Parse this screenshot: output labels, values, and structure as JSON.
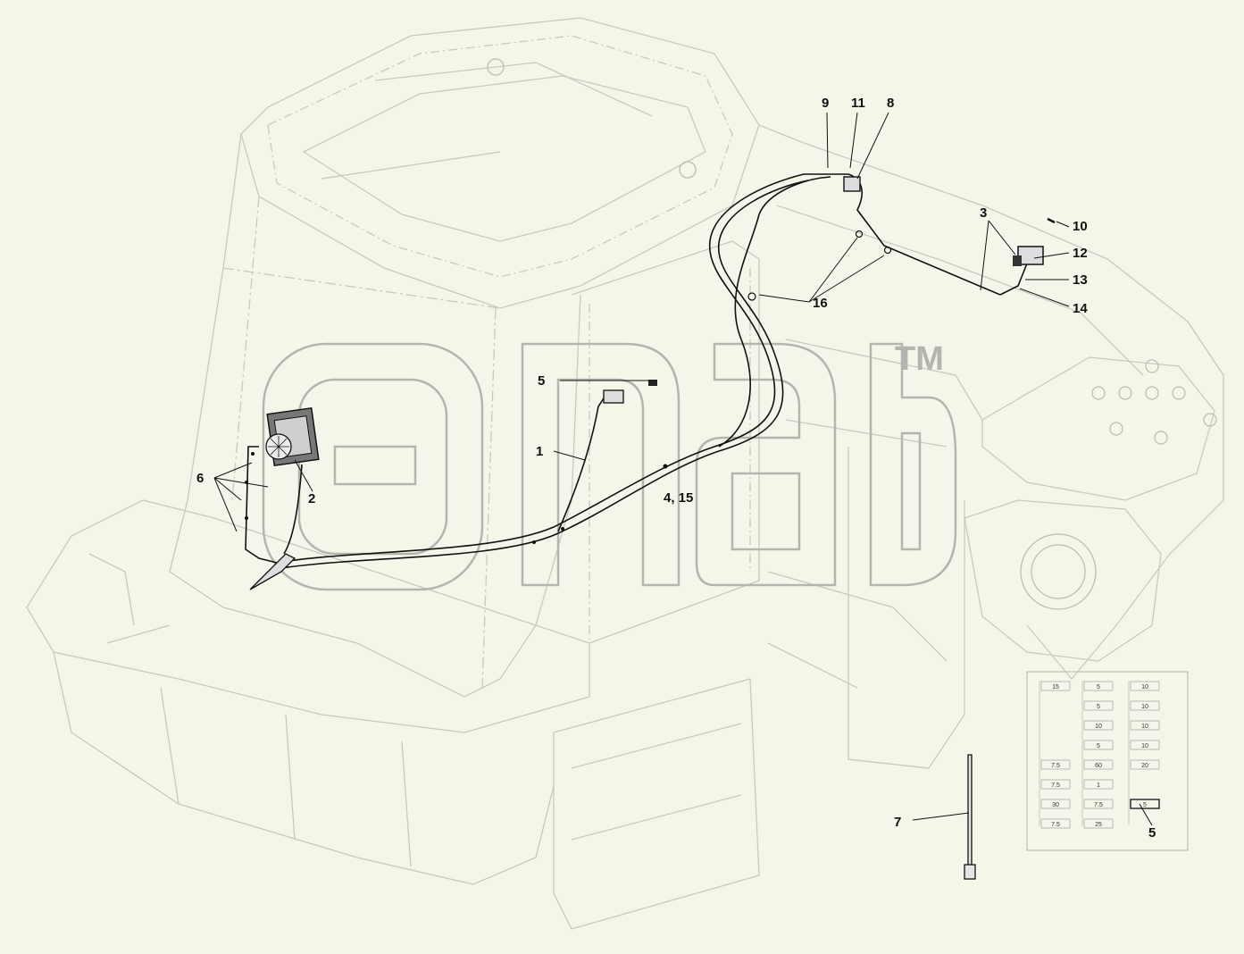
{
  "watermark": {
    "text": "TM"
  },
  "callouts": {
    "c1": "1",
    "c2": "2",
    "c3": "3",
    "c4_15": "4, 15",
    "c5a": "5",
    "c5b": "5",
    "c6": "6",
    "c7": "7",
    "c8": "8",
    "c9": "9",
    "c10": "10",
    "c11": "11",
    "c12": "12",
    "c13": "13",
    "c14": "14",
    "c16": "16"
  },
  "fuse_table": {
    "col1": [
      "15",
      "",
      "",
      "",
      "7.5",
      "7.5",
      "30",
      "7.5",
      ""
    ],
    "col2": [
      "5",
      "5",
      "10",
      "5",
      "60",
      "1",
      "7.5",
      "25",
      ""
    ],
    "col3": [
      "10",
      "10",
      "10",
      "10",
      "20",
      "",
      "",
      "",
      ""
    ],
    "highlight": "5"
  },
  "colors": {
    "background": "#f5f6ea",
    "frame_lines": "#c9c9c0",
    "harness": "#111111",
    "watermark": "#b5b5b0"
  }
}
